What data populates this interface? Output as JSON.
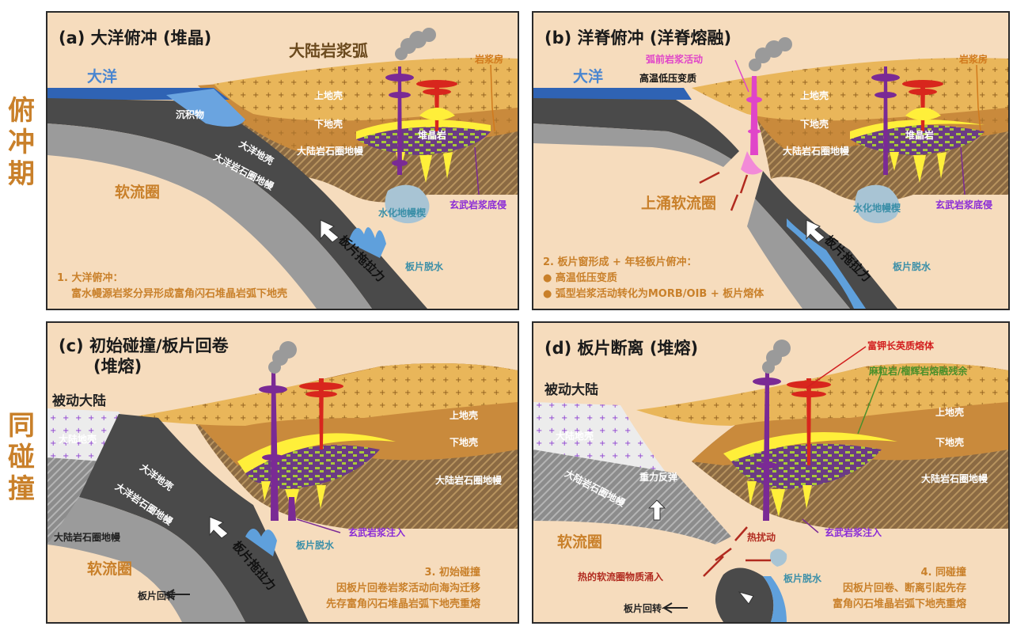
{
  "side_labels": {
    "top": "俯\n冲\n期",
    "bottom": "同\n碰\n撞"
  },
  "panel_a": {
    "title": "(a) 大洋俯冲 (堆晶)",
    "ocean": "大洋",
    "arc": "大陆岩浆弧",
    "magma_chamber": "岩浆房",
    "sediment": "沉积物",
    "upper_crust": "上地壳",
    "lower_crust": "下地壳",
    "cumulate": "堆晶岩",
    "cont_mantle": "大陆岩石圈地幔",
    "oceanic_crust": "大洋地壳",
    "oceanic_mantle": "大洋岩石圈地幔",
    "asthenosphere": "软流圈",
    "hydrated_wedge": "水化地幔楔",
    "basalt_underplating": "玄武岩浆底侵",
    "slab_pull": "板片拖拉力",
    "slab_dehydration": "板片脱水",
    "caption_1": "1. 大洋俯冲：",
    "caption_2": "富水幔源岩浆分异形成富角闪石堆晶岩弧下地壳"
  },
  "panel_b": {
    "title": "(b) 洋脊俯冲 (洋脊熔融)",
    "ocean": "大洋",
    "forearc_magma": "弧前岩浆活动",
    "ht_lp": "高温低压变质",
    "magma_chamber": "岩浆房",
    "upper_crust": "上地壳",
    "lower_crust": "下地壳",
    "cumulate": "堆晶岩",
    "cont_mantle": "大陆岩石圈地幔",
    "upwelling": "上涌软流圈",
    "hydrated_wedge": "水化地幔楔",
    "basalt_underplating": "玄武岩浆底侵",
    "slab_pull": "板片拖拉力",
    "slab_dehydration": "板片脱水",
    "caption_1": "2. 板片窗形成 + 年轻板片俯冲：",
    "caption_2": "● 高温低压变质",
    "caption_3": "● 弧型岩浆活动转化为MORB/OIB + 板片熔体"
  },
  "panel_c": {
    "title": "(c) 初始碰撞/板片回卷",
    "title_2": "(堆熔)",
    "passive": "被动大陆",
    "cont_crust": "大陆地壳",
    "cont_mantle_left": "大陆岩石圈地幔",
    "oceanic_crust": "大洋地壳",
    "oceanic_mantle": "大洋岩石圈地幔",
    "upper_crust": "上地壳",
    "lower_crust": "下地壳",
    "cont_mantle": "大陆岩石圈地幔",
    "basalt_injection": "玄武岩浆注入",
    "slab_dehydration": "板片脱水",
    "slab_pull": "板片拖拉力",
    "asthenosphere": "软流圈",
    "rollback": "板片回转",
    "caption_1": "3. 初始碰撞",
    "caption_2": "因板片回卷岩浆活动向海沟迁移",
    "caption_3": "先存富角闪石堆晶岩弧下地壳重熔"
  },
  "panel_d": {
    "title": "(d) 板片断离 (堆熔)",
    "passive": "被动大陆",
    "cont_crust": "大陆地壳",
    "cont_mantle_left": "大陆岩石圈地幔",
    "rebound": "重力反弹",
    "k_felsic": "富钾长英质熔体",
    "granulite": "麻粒岩/榴辉岩熔融残余",
    "upper_crust": "上地壳",
    "lower_crust": "下地壳",
    "cont_mantle": "大陆岩石圈地幔",
    "thermal": "热扰动",
    "basalt_injection": "玄武岩浆注入",
    "asthenosphere": "软流圈",
    "hot_upwelling": "热的软流圈物质涌入",
    "slab_dehydration": "板片脱水",
    "rollback": "板片回转",
    "caption_1": "4. 同碰撞",
    "caption_2": "因板片回卷、断离引起先存",
    "caption_3": "富角闪石堆晶岩弧下地壳重熔"
  },
  "colors": {
    "mantle_bg": "#f6dcbd",
    "ocean": "#2f63b4",
    "upper_crust": "#e9b65a",
    "lower_crust": "#c98a3c",
    "lith_mantle": "#8b6a43",
    "slab_dark": "#4a4a4a",
    "slab_light": "#9b9b9b",
    "magma_yellow": "#ffef3a",
    "magma_red": "#d8261d",
    "magma_purple": "#7a2a95",
    "accent_orange": "#c9802a"
  }
}
